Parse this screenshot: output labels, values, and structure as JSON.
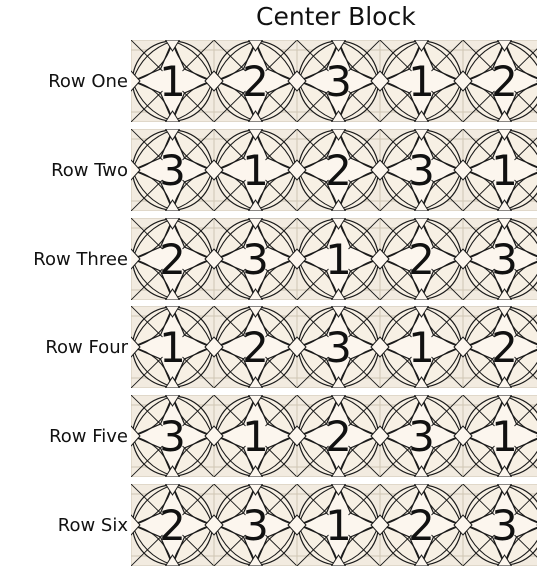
{
  "title": "Center Block",
  "colors": {
    "background": "#f2ebe0",
    "frame": "#cfc6b3",
    "center_fill": "#fcf6ee",
    "line": "#1b1b1b"
  },
  "rows": [
    {
      "label": "Row One",
      "blocks": [
        "1",
        "2",
        "3",
        "1",
        "2"
      ]
    },
    {
      "label": "Row Two",
      "blocks": [
        "3",
        "1",
        "2",
        "3",
        "1"
      ]
    },
    {
      "label": "Row Three",
      "blocks": [
        "2",
        "3",
        "1",
        "2",
        "3"
      ]
    },
    {
      "label": "Row Four",
      "blocks": [
        "1",
        "2",
        "3",
        "1",
        "2"
      ]
    },
    {
      "label": "Row Five",
      "blocks": [
        "3",
        "1",
        "2",
        "3",
        "1"
      ]
    },
    {
      "label": "Row Six",
      "blocks": [
        "2",
        "3",
        "1",
        "2",
        "3"
      ]
    }
  ]
}
